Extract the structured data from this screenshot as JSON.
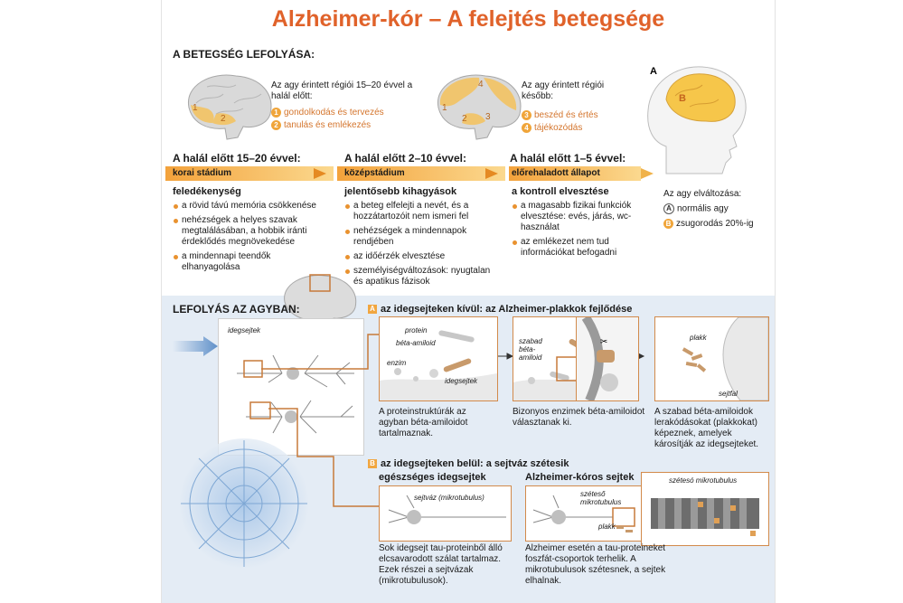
{
  "title": "Alzheimer-kór – A felejtés betegsége",
  "section1": "A BETEGSÉG LEFOLYÁSA:",
  "brain1": {
    "intro": "Az agy érintett régiói 15–20 évvel a halál előtt:",
    "items": [
      {
        "num": "1",
        "text": "gondolkodás és tervezés"
      },
      {
        "num": "2",
        "text": "tanulás és emlékezés"
      }
    ]
  },
  "brain2": {
    "intro": "Az agy érintett régiói később:",
    "items": [
      {
        "num": "3",
        "text": "beszéd és értés"
      },
      {
        "num": "4",
        "text": "tájékozódás"
      }
    ]
  },
  "head": {
    "label_a": "A",
    "label_b": "B",
    "change_title": "Az agy elváltozása:",
    "legend": [
      {
        "key": "A",
        "text": "normális agy"
      },
      {
        "key": "B",
        "text": "zsugorodás 20%-ig"
      }
    ]
  },
  "stages": [
    {
      "heading": "A halál előtt 15–20 évvel:",
      "bar": "korai stádium",
      "subtitle": "feledékenység",
      "items": [
        "a rövid távú memória csökkenése",
        "nehézségek a helyes szavak megtalálásában, a hobbik iránti érdeklődés megnövekedése",
        "a mindennapi teendők elhanyagolása"
      ]
    },
    {
      "heading": "A halál előtt 2–10 évvel:",
      "bar": "középstádium",
      "subtitle": "jelentősebb kihagyások",
      "items": [
        "a beteg elfelejti a nevét, és a hozzátartozóit nem ismeri fel",
        "nehézségek a mindennapok rendjében",
        "az időérzék elvesztése",
        "személyiségváltozások: nyugtalan és apatikus fázisok"
      ]
    },
    {
      "heading": "A halál előtt 1–5 évvel:",
      "bar": "előrehaladott állapot",
      "subtitle": "a kontroll elvesztése",
      "items": [
        "a magasabb fizikai funkciók elvesztése: evés, járás, wc-használat",
        "az emlékezet nem tud információkat befogadni"
      ]
    }
  ],
  "section2": "LEFOLYÁS AZ AGYBAN:",
  "neuron_label": "idegsejtek",
  "partA": {
    "badge": "A",
    "title": "az idegsejteken kívül: az Alzheimer-plakkok fejlődése",
    "box1": {
      "protein": "protein",
      "beta": "béta-amiloid",
      "enzim": "enzim",
      "idegsejtek": "idegsejtek"
    },
    "box2": {
      "szabad": "szabad béta-amiloid"
    },
    "box4": {
      "plakk": "plakk",
      "sejtfal": "sejtfal"
    },
    "captions": [
      "A proteinstruktúrák az agyban béta-amiloidot tartalmaznak.",
      "Bizonyos enzimek béta-amiloidot választanak ki.",
      "A szabad béta-amiloidok lerakódásokat (plakkokat) képeznek, amelyek károsítják az idegsejteket."
    ]
  },
  "partB": {
    "badge": "B",
    "title": "az idegsejteken belül: a sejtváz szétesik",
    "healthy_title": "egészséges idegsejtek",
    "healthy_label": "sejtváz (mikrotubulus)",
    "alz_title": "Alzheimer-kóros sejtek",
    "alz_label1": "széteső mikrotubulus",
    "alz_label2": "plakk",
    "zoom_label": "szétesó mikrotubulus",
    "captions": [
      "Sok idegsejt tau-proteinből álló elcsavarodott szálat tartalmaz. Ezek részei a sejtvázak (mikrotubulusok).",
      "Alzheimer esetén a tau-proteineket foszfát-csoportok terhelik. A mikrotubulusok szétesnek, a sejtek elhalnak."
    ]
  }
}
